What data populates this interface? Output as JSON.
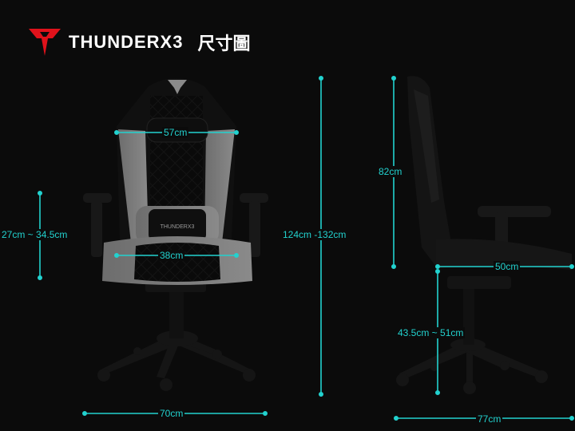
{
  "brand": {
    "name": "THUNDERX3",
    "subtitle": "尺寸圖"
  },
  "colors": {
    "accent": "#22d2cf",
    "brand_red": "#e0121b",
    "background": "#0b0b0b"
  },
  "dimensions": {
    "backrest_width": "57cm",
    "seat_width": "38cm",
    "armrest_height": "27cm ~ 34.5cm",
    "total_height": "124cm -132cm",
    "base_width_front": "70cm",
    "backrest_height": "82cm",
    "seat_depth": "50cm",
    "seat_height": "43.5cm ~ 51cm",
    "base_width_side": "77cm"
  },
  "chair_pillow_brand": "THUNDERX3"
}
